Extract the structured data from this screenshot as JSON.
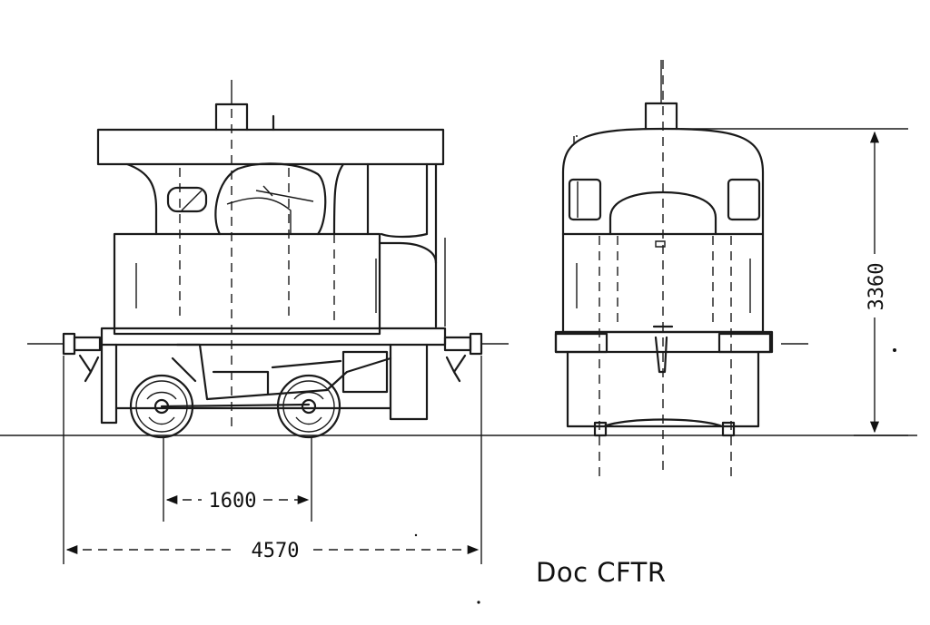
{
  "dimensions": {
    "wheelbase": "1600",
    "length_over_buffers": "4570",
    "height": "3360"
  },
  "credit": "Doc CFTR"
}
